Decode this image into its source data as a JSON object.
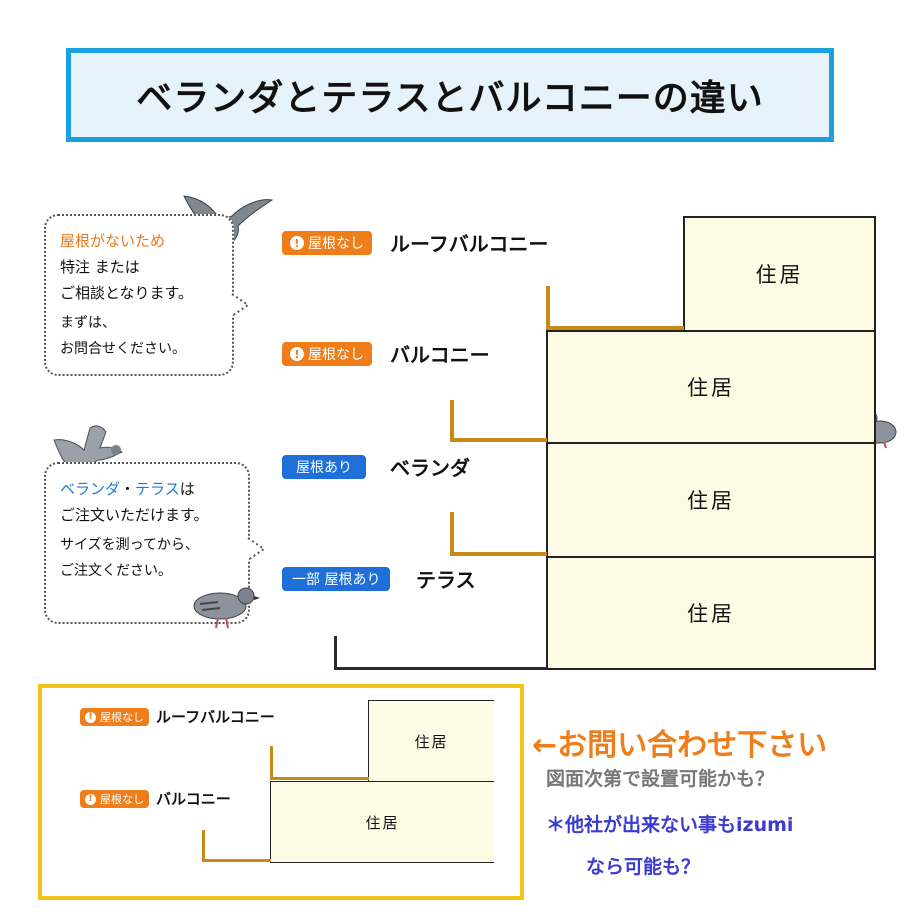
{
  "title": "ベランダとテラスとバルコニーの違い",
  "bubble_top": {
    "line1": "屋根がないため",
    "line2": "特注 または",
    "line3": "ご相談となります。",
    "line4": "まずは、",
    "line5": "お問合せください。"
  },
  "bubble_bottom": {
    "line1_a": "ベランダ",
    "line1_b": "・",
    "line1_c": "テラス",
    "line1_d": "は",
    "line2": "ご注文いただけます。",
    "line3": "サイズを測ってから、",
    "line4": "ご注文ください。"
  },
  "rows": [
    {
      "badge": "屋根なし",
      "label": "ルーフバルコニー",
      "badge_type": "no-roof"
    },
    {
      "badge": "屋根なし",
      "label": "バルコニー",
      "badge_type": "no-roof"
    },
    {
      "badge": "屋根あり",
      "label": "ベランダ",
      "badge_type": "roof"
    },
    {
      "badge": "一部 屋根あり",
      "label": "テラス",
      "badge_type": "roof"
    }
  ],
  "room_label": "住居",
  "panel": {
    "row1": {
      "badge": "屋根なし",
      "label": "ルーフバルコニー"
    },
    "row2": {
      "badge": "屋根なし",
      "label": "バルコニー"
    },
    "room_label": "住居"
  },
  "side": {
    "cta": "←お問い合わせ下さい",
    "line2": "図面次第で設置可能かも？",
    "line3": "＊他社が出来ない事もizumi",
    "line4": "なら可能も？"
  },
  "icons": {
    "exclamation": "exclamation-circle-icon",
    "pigeon": "pigeon-icon"
  },
  "colors": {
    "accent_orange": "#ef7d1a",
    "accent_blue": "#1e6fd8",
    "title_border": "#1ba1e2",
    "panel_border": "#f5c11b"
  }
}
